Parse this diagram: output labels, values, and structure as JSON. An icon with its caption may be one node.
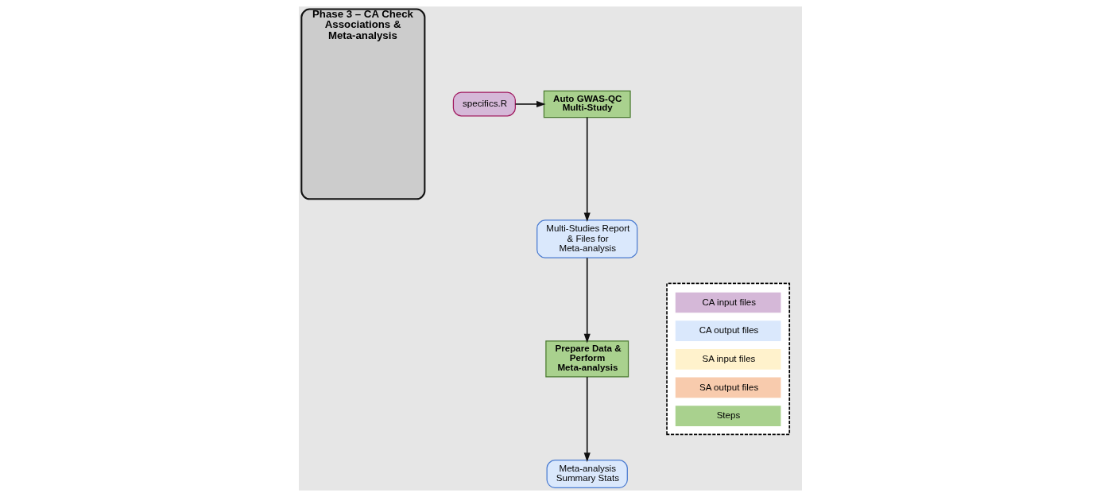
{
  "diagram": {
    "nodes": [
      {
        "text": [
          "Phase 3 – CA Check Associations & Meta-analysis"
        ]
      },
      {
        "text": [
          "specifics.R"
        ]
      },
      {
        "text": [
          "Auto GWAS-QC Multi-Study"
        ]
      },
      {
        "text": [
          "Multi-Studies Report & Files for Meta-analysis"
        ]
      },
      {
        "text": [
          "Prepare Data & Perform Meta-analysis"
        ]
      },
      {
        "text": [
          "Meta-analysis Summary Stats"
        ]
      }
    ],
    "edges": [
      {
        "from": 1,
        "to": 2,
        "arrow": "to"
      },
      {
        "from": 2,
        "to": 3,
        "arrow": "to"
      },
      {
        "from": 3,
        "to": 4,
        "arrow": "to"
      },
      {
        "from": 4,
        "to": 5,
        "arrow": "to"
      }
    ],
    "legend": [
      {
        "text": "CA input files",
        "color": "#d5b8d8"
      },
      {
        "text": "CA output files",
        "color": "#dae8fc"
      },
      {
        "text": "SA input files",
        "color": "#fff2cc"
      },
      {
        "text": "SA output files",
        "color": "#f8cbad"
      },
      {
        "text": "Steps",
        "color": "#a9d18e"
      }
    ]
  }
}
